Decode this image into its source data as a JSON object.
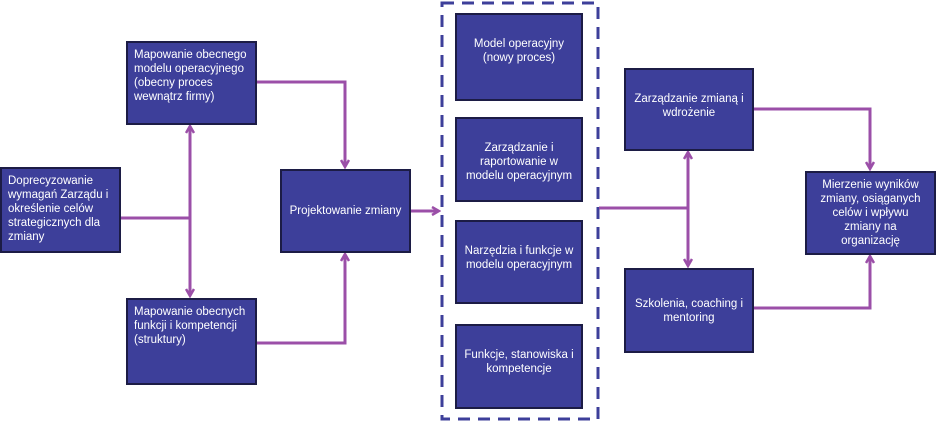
{
  "colors": {
    "box_fill": "#3d3f9a",
    "box_border": "#1c1c45",
    "arrow": "#9b4fa8",
    "dashed_frame": "#3d3f9a"
  },
  "nodes": {
    "requirements": "Doprecyzowanie wymagań Zarządu i określenie celów strategicznych dla zmiany",
    "current_model": "Mapowanie obecnego modelu operacyjnego (obecny proces wewnątrz firmy)",
    "current_functions": "Mapowanie obecnych funkcji i kompetencji (struktury)",
    "design": "Projektowanie zmiany",
    "operating_model": "Model operacyjny (nowy proces)",
    "management_reporting": "Zarządzanie i raportowanie w modelu operacyjnym",
    "tools_functions": "Narzędzia i funkcje w modelu operacyjnym",
    "roles_competencies": "Funkcje, stanowiska i kompetencje",
    "change_management": "Zarządzanie zmianą i wdrożenie",
    "training": "Szkolenia, coaching i mentoring",
    "measurement": "Mierzenie wyników zmiany, osiąganych celów i wpływu zmiany na organizację"
  }
}
